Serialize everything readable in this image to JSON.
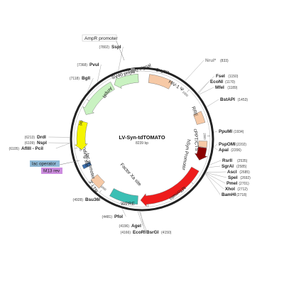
{
  "plasmid": {
    "name": "LV-Syn-tdTOMATO",
    "length_label": "8239 bp",
    "length_bp": 8239
  },
  "colors": {
    "backbone": "#222222",
    "ltr": "#f6c9a6",
    "rre": "#f6c9a6",
    "sv40": "#c9f2c1",
    "amp": "#c9f2c1",
    "ori": "#f5f500",
    "wpre": "#3bbfb4",
    "tdtomato": "#ee1c1c",
    "dsred": "#8b0000",
    "cppt": "#f6c9a6",
    "primer_blue": "#8fb9d6",
    "primer_purple": "#cd8de0",
    "cap": "#2b4a9a",
    "lac": "#3a6fb0"
  },
  "ticks": [
    {
      "bp": 1000,
      "label": "1000"
    },
    {
      "bp": 2000,
      "label": "2000"
    },
    {
      "bp": 3000,
      "label": "3000"
    },
    {
      "bp": 4000,
      "label": "4000"
    },
    {
      "bp": 5000,
      "label": "5000"
    },
    {
      "bp": 6000,
      "label": "6000"
    },
    {
      "bp": 7000,
      "label": "7000"
    },
    {
      "bp": 8000,
      "label": "8000"
    }
  ],
  "features": [
    {
      "id": "ltr5",
      "label": "5' LTR"
    },
    {
      "id": "hiv",
      "label": "HIV-1 Ψ"
    },
    {
      "id": "rre",
      "label": "RRE"
    },
    {
      "id": "cppt",
      "label": "cPPT/CTS"
    },
    {
      "id": "hsyn",
      "label": "hSyn Promoter"
    },
    {
      "id": "tdt",
      "label": "tdTomato"
    },
    {
      "id": "wpre",
      "label": "WPRE"
    },
    {
      "id": "ltr3",
      "label": "3' LTR"
    },
    {
      "id": "factorxa",
      "label": "Factor Xa site"
    },
    {
      "id": "lacprom",
      "label": "lac promoter"
    },
    {
      "id": "cap",
      "label": "CAP binding site"
    },
    {
      "id": "ori",
      "label": "ori"
    },
    {
      "id": "ampr",
      "label": "AmpR"
    },
    {
      "id": "sv40",
      "label": "SV40 poly(A) signal"
    },
    {
      "id": "amprprom",
      "label": "AmpR promoter"
    }
  ],
  "primers": {
    "lac_operator": "lac operator",
    "m13_rev": "M13 rev"
  },
  "sites": [
    {
      "id": "nrui",
      "name": "NruI*",
      "pos": "(833)",
      "style": "grey"
    },
    {
      "id": "fsei",
      "name": "FseI",
      "pos": "(1150)"
    },
    {
      "id": "econi",
      "name": "EcoNI",
      "pos": "(1170)"
    },
    {
      "id": "mfei",
      "name": "MfeI",
      "pos": "(1189)"
    },
    {
      "id": "bstapi",
      "name": "BstAPI",
      "pos": "(1453)"
    },
    {
      "id": "ppumi",
      "name": "PpuMI",
      "pos": "(1934)"
    },
    {
      "id": "pspomi",
      "name": "PspOMI",
      "pos": "(2202)"
    },
    {
      "id": "apai",
      "name": "ApaI",
      "pos": "(2206)"
    },
    {
      "id": "rsrii",
      "name": "RsrII",
      "pos": "(2535)"
    },
    {
      "id": "sgrai",
      "name": "SgrAI",
      "pos": "(2585)"
    },
    {
      "id": "asci",
      "name": "AscI",
      "pos": "(2685)"
    },
    {
      "id": "spei",
      "name": "SpeI",
      "pos": "(2692)"
    },
    {
      "id": "pmei",
      "name": "PmeI",
      "pos": "(2701)"
    },
    {
      "id": "xhoi",
      "name": "XhoI",
      "pos": "(2712)"
    },
    {
      "id": "bamhi",
      "name": "BamHI",
      "pos": "(2718)"
    },
    {
      "id": "bsrgi",
      "name": "BsrGI",
      "pos": "(4150)"
    },
    {
      "id": "ecori",
      "name": "EcoRI",
      "pos": "(4166)"
    },
    {
      "id": "agei",
      "name": "AgeI",
      "pos": "(4196)"
    },
    {
      "id": "pfoi",
      "name": "PfoI",
      "pos": "(4481)"
    },
    {
      "id": "bsu36i",
      "name": "Bsu36I",
      "pos": "(4928)"
    },
    {
      "id": "afliii",
      "name": "AflIII - PciI",
      "pos": "(6105)"
    },
    {
      "id": "nspi",
      "name": "NspI",
      "pos": "(6109)"
    },
    {
      "id": "drdi",
      "name": "DrdI",
      "pos": "(6213)"
    },
    {
      "id": "bgli",
      "name": "BglI",
      "pos": "(7118)"
    },
    {
      "id": "pvui",
      "name": "PvuI",
      "pos": "(7368)"
    },
    {
      "id": "sspi",
      "name": "SspI",
      "pos": "(7802)"
    }
  ]
}
